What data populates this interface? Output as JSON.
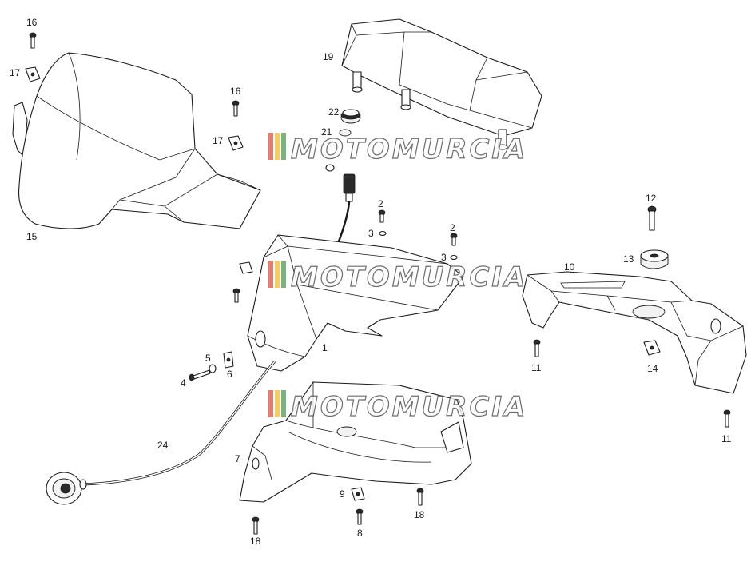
{
  "watermark": {
    "text": "MOTOMURCIA"
  },
  "callouts": [
    {
      "id": "c16a",
      "text": "16"
    },
    {
      "id": "c17a",
      "text": "17"
    },
    {
      "id": "c15",
      "text": "15"
    },
    {
      "id": "c16b",
      "text": "16"
    },
    {
      "id": "c17b",
      "text": "17"
    },
    {
      "id": "c19",
      "text": "19"
    },
    {
      "id": "c22",
      "text": "22"
    },
    {
      "id": "c21",
      "text": "21"
    },
    {
      "id": "c2a",
      "text": "2"
    },
    {
      "id": "c3a",
      "text": "3"
    },
    {
      "id": "c2b",
      "text": "2"
    },
    {
      "id": "c3b",
      "text": "3"
    },
    {
      "id": "c1",
      "text": "1"
    },
    {
      "id": "c5",
      "text": "5"
    },
    {
      "id": "c4",
      "text": "4"
    },
    {
      "id": "c6",
      "text": "6"
    },
    {
      "id": "c24",
      "text": "24"
    },
    {
      "id": "c7",
      "text": "7"
    },
    {
      "id": "c9",
      "text": "9"
    },
    {
      "id": "c8",
      "text": "8"
    },
    {
      "id": "c18a",
      "text": "18"
    },
    {
      "id": "c18b",
      "text": "18"
    },
    {
      "id": "c12",
      "text": "12"
    },
    {
      "id": "c13",
      "text": "13"
    },
    {
      "id": "c10",
      "text": "10"
    },
    {
      "id": "c11a",
      "text": "11"
    },
    {
      "id": "c14",
      "text": "14"
    },
    {
      "id": "c11b",
      "text": "11"
    }
  ]
}
